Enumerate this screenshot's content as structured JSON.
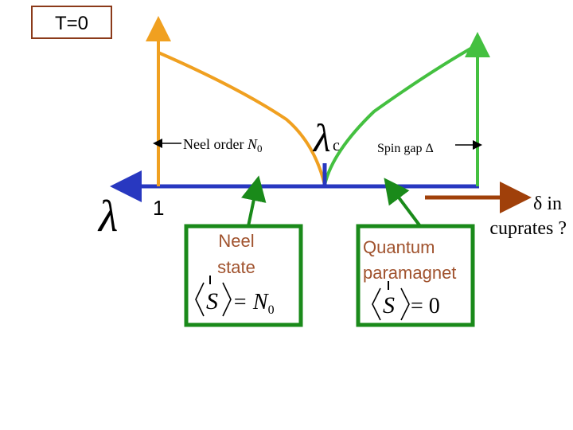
{
  "corner_box": {
    "label": "T=0"
  },
  "axis": {
    "lambda_symbol": "λ",
    "tick_one": "1",
    "critical_symbol": "λ",
    "critical_subscript": "c"
  },
  "left_branch": {
    "label_main": "Neel order ",
    "label_symbol": "N",
    "label_subscript": "0"
  },
  "right_branch": {
    "label": "Spin gap Δ"
  },
  "doping_note": {
    "line1": "δ in",
    "line2": "cuprates ?"
  },
  "neel_box": {
    "line1": "Neel",
    "line2": "state",
    "eq_operator": "S",
    "eq_rhs_symbol": "= N",
    "eq_rhs_subscript": "0"
  },
  "paramagnet_box": {
    "line1": "Quantum",
    "line2": "paramagnet",
    "eq_operator": "S",
    "eq_rhs": "= 0"
  },
  "colors": {
    "neel_curve": "#F0A020",
    "spin_gap_curve": "#44C040",
    "axis": "#2838C0",
    "box_border": "#1A8A1A",
    "box_text": "#A0522D",
    "doping_arrow": "#A0400A",
    "corner_border": "#8B3A1A"
  }
}
